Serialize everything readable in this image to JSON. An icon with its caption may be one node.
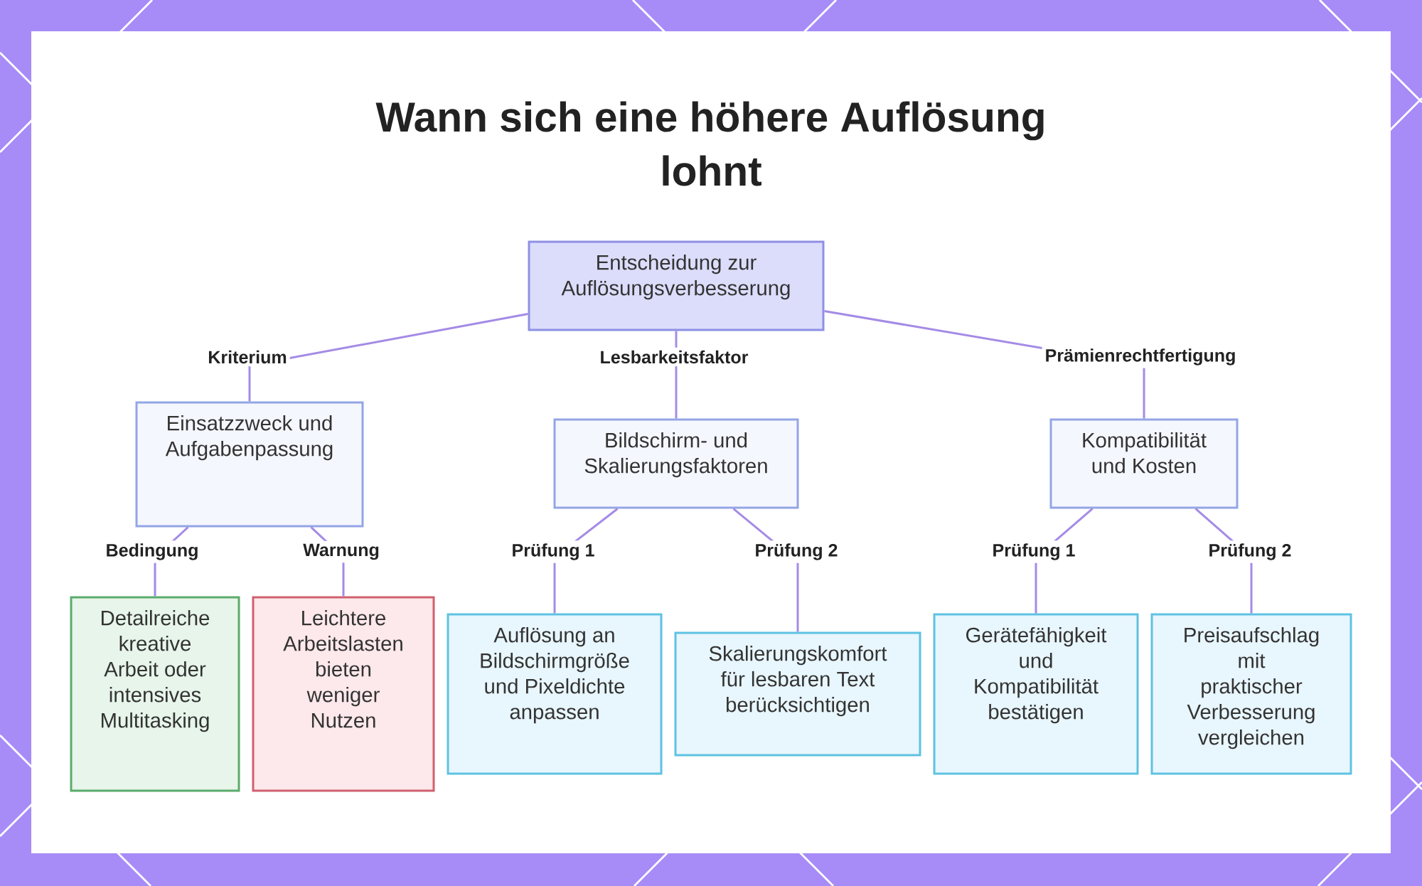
{
  "diagram": {
    "title": "Wann sich eine höhere Auflösung lohnt",
    "nodes": [
      {
        "text": [
          "Entscheidung zur Auflösungsverbesserung"
        ]
      },
      {
        "text": [
          "Einsatzzweck und Aufgabenpassung"
        ]
      },
      {
        "text": [
          "Bildschirm- und Skalierungsfaktoren"
        ]
      },
      {
        "text": [
          "Kompatibilität und Kosten"
        ]
      },
      {
        "text": [
          "Detailreiche kreative Arbeit oder intensives Multitasking"
        ]
      },
      {
        "text": [
          "Leichtere Arbeitslasten bieten weniger Nutzen"
        ]
      },
      {
        "text": [
          "Auflösung an Bildschirmgröße und Pixeldichte anpassen"
        ]
      },
      {
        "text": [
          "Skalierungskomfort für lesbaren Text berücksichtigen"
        ]
      },
      {
        "text": [
          "Gerätefähigkeit und Kompatibilität bestätigen"
        ]
      },
      {
        "text": [
          "Preisaufschlag mit praktischer Verbesserung vergleichen"
        ]
      }
    ],
    "edges": [
      {
        "from": 0,
        "to": 1,
        "arrow": "none",
        "label": "Kriterium"
      },
      {
        "from": 0,
        "to": 2,
        "arrow": "none",
        "label": "Lesbarkeitsfaktor"
      },
      {
        "from": 0,
        "to": 3,
        "arrow": "none",
        "label": "Prämienrechtfertigung"
      },
      {
        "from": 1,
        "to": 4,
        "arrow": "none",
        "label": "Bedingung"
      },
      {
        "from": 1,
        "to": 5,
        "arrow": "none",
        "label": "Warnung"
      },
      {
        "from": 2,
        "to": 6,
        "arrow": "none",
        "label": "Prüfung 1"
      },
      {
        "from": 2,
        "to": 7,
        "arrow": "none",
        "label": "Prüfung 2"
      },
      {
        "from": 3,
        "to": 8,
        "arrow": "none",
        "label": "Prüfung 1"
      },
      {
        "from": 3,
        "to": 9,
        "arrow": "none",
        "label": "Prüfung 2"
      }
    ]
  }
}
